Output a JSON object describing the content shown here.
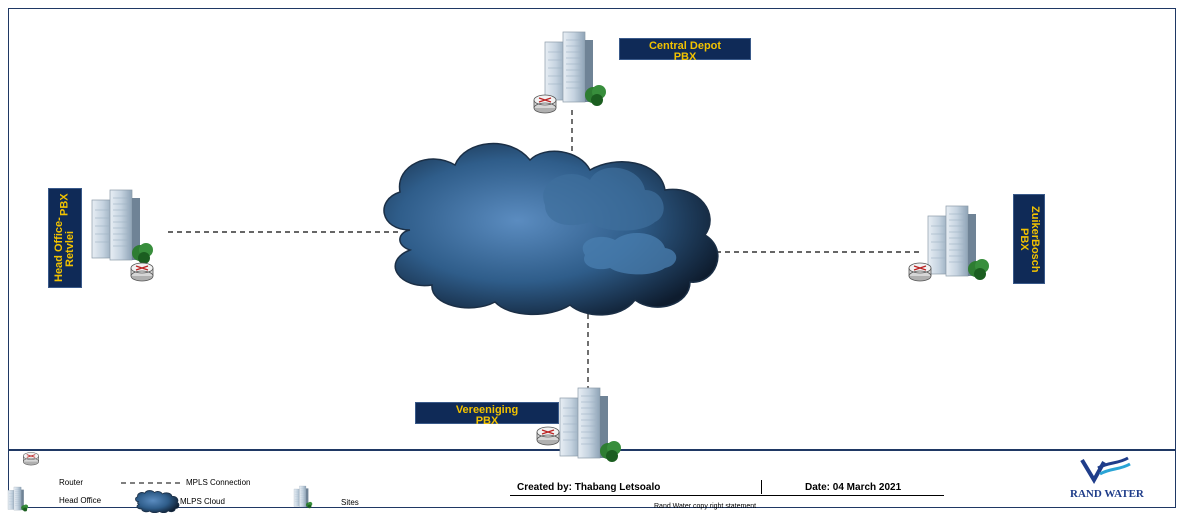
{
  "nodes": {
    "central": {
      "label_line1": "Central Depot",
      "label_line2": "PBX"
    },
    "head_office": {
      "label_line1": "Head Office-Retvlei",
      "label_line2": "PBX"
    },
    "zuikerbosch": {
      "label_line1": "ZuikerBosch PBX"
    },
    "vereeniging": {
      "label_line1": "Vereeniging",
      "label_line2": "PBX"
    }
  },
  "legend": {
    "router": "Router",
    "mpls_connection": "MPLS Connection",
    "head_office": "Head Office",
    "mlps_cloud": "MLPS Cloud",
    "sites": "Sites"
  },
  "footer": {
    "created_by": "Created by: Thabang Letsoalo",
    "date": "Date: 04 March 2021",
    "copyright": "Rand Water copy right statement",
    "brand": "RAND WATER"
  },
  "colors": {
    "label_bg": "#0f2a57",
    "label_text": "#f2c200",
    "cloud": "#2f5d8a",
    "border": "#1f3864"
  },
  "icons": [
    "router-icon",
    "building-icon",
    "cloud-icon",
    "rand-water-logo"
  ]
}
